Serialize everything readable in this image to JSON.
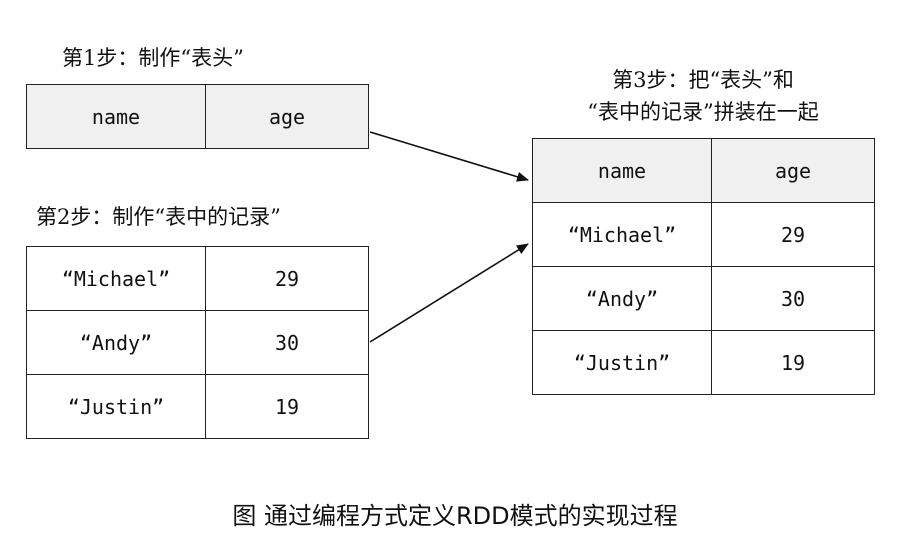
{
  "step1": {
    "label": "第1步：制作“表头”"
  },
  "step2": {
    "label": "第2步：制作“表中的记录”"
  },
  "step3": {
    "label_line1": "第3步：把“表头”和",
    "label_line2": "“表中的记录”拼装在一起"
  },
  "header": [
    "name",
    "age"
  ],
  "records": [
    {
      "name": "“Michael”",
      "age": "29"
    },
    {
      "name": "“Andy”",
      "age": "30"
    },
    {
      "name": "“Justin”",
      "age": "19"
    }
  ],
  "caption": "图 通过编程方式定义RDD模式的实现过程",
  "colors": {
    "header_fill": "#f0f0f0",
    "border": "#222222",
    "arrow": "#111111"
  }
}
